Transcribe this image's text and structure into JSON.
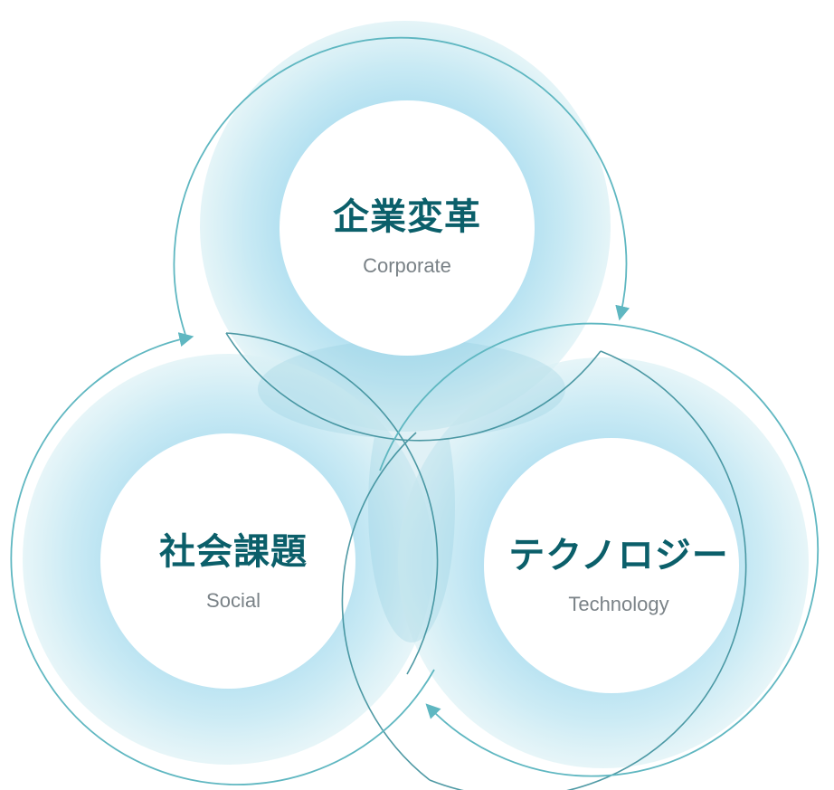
{
  "colors": {
    "title_text": "#0b5f6a",
    "subtitle_text": "#7a8287",
    "ring_stroke": "#5fb7c1",
    "ring_stroke_dark": "#3c8f9b",
    "halo_light": "#dff3f8",
    "halo_mid": "#b6e2f0"
  },
  "nodes": [
    {
      "id": "corporate",
      "title": "企業変革",
      "subtitle": "Corporate"
    },
    {
      "id": "social",
      "title": "社会課題",
      "subtitle": "Social"
    },
    {
      "id": "technology",
      "title": "テクノロジー",
      "subtitle": "Technology"
    }
  ],
  "icons": {
    "arrow": "arrowhead-icon"
  }
}
